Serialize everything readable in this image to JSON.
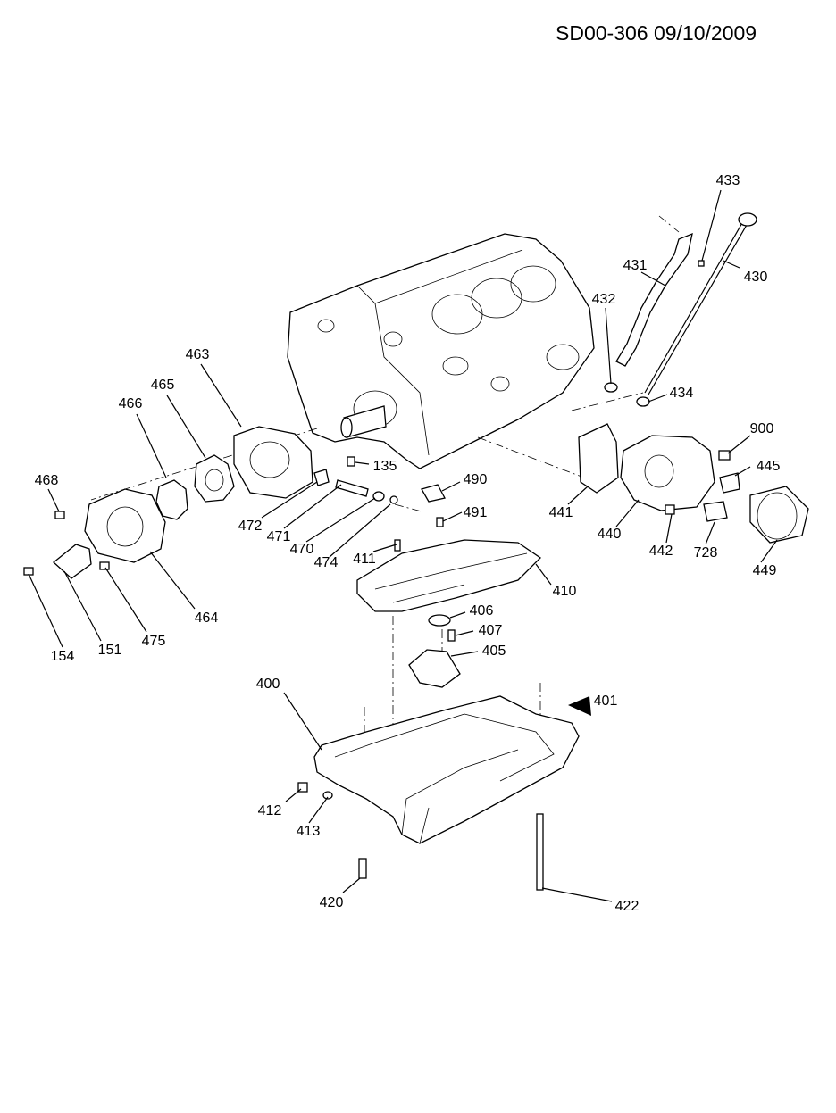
{
  "header": {
    "drawing_id": "SD00-306 09/10/2009"
  },
  "callouts": {
    "c433": "433",
    "c431": "431",
    "c430": "430",
    "c432": "432",
    "c434": "434",
    "c463": "463",
    "c465": "465",
    "c466": "466",
    "c900": "900",
    "c445": "445",
    "c135": "135",
    "c490": "490",
    "c468": "468",
    "c441": "441",
    "c472": "472",
    "c491": "491",
    "c471": "471",
    "c440": "440",
    "c470": "470",
    "c442": "442",
    "c728": "728",
    "c411": "411",
    "c474": "474",
    "c449": "449",
    "c410": "410",
    "c406": "406",
    "c154": "154",
    "c151": "151",
    "c475": "475",
    "c464": "464",
    "c407": "407",
    "c405": "405",
    "c400": "400",
    "c401": "401",
    "c412": "412",
    "c413": "413",
    "c420": "420",
    "c422": "422"
  }
}
